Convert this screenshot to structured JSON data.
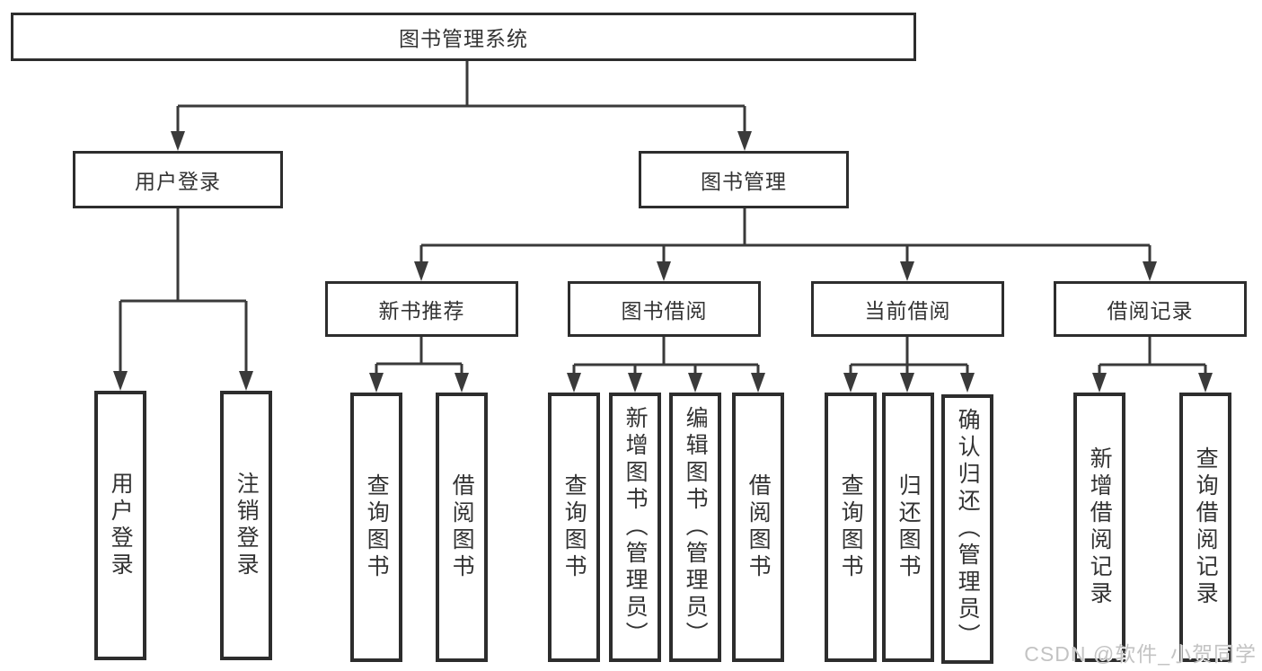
{
  "diagram": {
    "type": "tree",
    "title": "图书管理系统",
    "watermark": "CSDN @软件_小贺同学",
    "colors": {
      "line": "#3a3a3a",
      "box-border": "#2d2d2d",
      "text": "#333333",
      "watermark": "#c3c3c3",
      "background": "#ffffff"
    },
    "tree": {
      "label": "图书管理系统",
      "children": [
        {
          "label": "用户登录",
          "children": [
            {
              "label": "用户登录"
            },
            {
              "label": "注销登录"
            }
          ]
        },
        {
          "label": "图书管理",
          "children": [
            {
              "label": "新书推荐",
              "children": [
                {
                  "label": "查询图书"
                },
                {
                  "label": "借阅图书"
                }
              ]
            },
            {
              "label": "图书借阅",
              "children": [
                {
                  "label": "查询图书"
                },
                {
                  "label": "新增图书（管理员）"
                },
                {
                  "label": "编辑图书（管理员）"
                },
                {
                  "label": "借阅图书"
                }
              ]
            },
            {
              "label": "当前借阅",
              "children": [
                {
                  "label": "查询图书"
                },
                {
                  "label": "归还图书"
                },
                {
                  "label": "确认归还（管理员）"
                }
              ]
            },
            {
              "label": "借阅记录",
              "children": [
                {
                  "label": "新增借阅记录"
                },
                {
                  "label": "查询借阅记录"
                }
              ]
            }
          ]
        }
      ]
    }
  }
}
